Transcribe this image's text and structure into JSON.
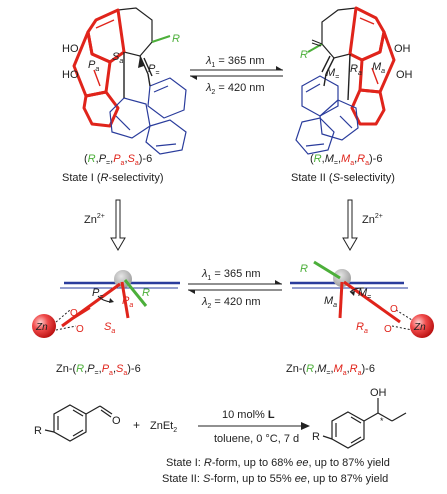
{
  "colors": {
    "red": "#e0241b",
    "green": "#4caf3a",
    "blue": "#2a3c9c",
    "black": "#222222",
    "grey": "#b8b8b8"
  },
  "top_left": {
    "labels": {
      "ho1": "HO",
      "ho2": "HO",
      "pa": "P",
      "pa_sub": "a",
      "sa": "S",
      "sa_sub": "a",
      "p_eq": "P",
      "p_eq_sub": "=",
      "r": "R"
    },
    "compound": {
      "open": "(",
      "r": "R",
      "c1": ",",
      "p1": "P",
      "p1_sub": "=",
      "c2": ",",
      "p2": "P",
      "p2_sub": "a",
      "c3": ",",
      "s": "S",
      "s_sub": "a",
      "close": ")-6"
    },
    "state": {
      "pre": "State I (",
      "word": "R",
      "post": "-selectivity)"
    }
  },
  "top_right": {
    "labels": {
      "oh1": "OH",
      "oh2": "OH",
      "ma": "M",
      "ma_sub": "a",
      "ra": "R",
      "ra_sub": "a",
      "m_eq": "M",
      "m_eq_sub": "=",
      "r": "R"
    },
    "compound": {
      "open": "(",
      "r": "R",
      "c1": ",",
      "m1": "M",
      "m1_sub": "=",
      "c2": ",",
      "m2": "M",
      "m2_sub": "a",
      "c3": ",",
      "ra": "R",
      "ra_sub": "a",
      "close": ")-6"
    },
    "state": {
      "pre": "State II (",
      "word": "S",
      "post": "-selectivity)"
    }
  },
  "arrows": {
    "lambda1_top": {
      "sym": "λ",
      "sub": "1",
      "rest": " = 365 nm"
    },
    "lambda2_top": {
      "sym": "λ",
      "sub": "2",
      "rest": " = 420 nm"
    },
    "lambda1_mid": {
      "sym": "λ",
      "sub": "1",
      "rest": " = 365 nm"
    },
    "lambda2_mid": {
      "sym": "λ",
      "sub": "2",
      "rest": " = 420 nm"
    },
    "zn_left": {
      "base": "Zn",
      "sup": "2+"
    },
    "zn_right": {
      "base": "Zn",
      "sup": "2+"
    }
  },
  "mid_left": {
    "labels": {
      "p_eq": "P",
      "p_eq_sub": "=",
      "pa": "P",
      "pa_sub": "a",
      "r": "R",
      "sa": "S",
      "sa_sub": "a",
      "zn": "Zn",
      "o1": "O",
      "o2": "O"
    },
    "compound": {
      "pre": "Zn-(",
      "r": "R",
      "c1": ",",
      "p1": "P",
      "p1_sub": "=",
      "c2": ",",
      "p2": "P",
      "p2_sub": "a",
      "c3": ",",
      "s": "S",
      "s_sub": "a",
      "close": ")-6"
    }
  },
  "mid_right": {
    "labels": {
      "r": "R",
      "m_eq": "M",
      "m_eq_sub": "=",
      "ma": "M",
      "ma_sub": "a",
      "ra": "R",
      "ra_sub": "a",
      "zn": "Zn",
      "o1": "O",
      "o2": "O"
    },
    "compound": {
      "pre": "Zn-(",
      "r": "R",
      "c1": ",",
      "m1": "M",
      "m1_sub": "=",
      "c2": ",",
      "m2": "M",
      "m2_sub": "a",
      "c3": ",",
      "ra": "R",
      "ra_sub": "a",
      "close": ")-6"
    }
  },
  "reaction": {
    "r_sub": "R",
    "aldehyde_o": "O",
    "plus": "+",
    "reagent": {
      "base": "ZnEt",
      "sub": "2"
    },
    "catalyst": {
      "pre": "10 mol% ",
      "bold": "L"
    },
    "conditions": "toluene, 0 °C, 7 d",
    "product_oh": "OH",
    "product_r": "R",
    "star": "*"
  },
  "results": {
    "line1": {
      "pre": "State I: ",
      "form": "R",
      "mid": "-form, up to 68% ",
      "ee": "ee",
      "post": ", up to 87% yield"
    },
    "line2": {
      "pre": "State II: ",
      "form": "S",
      "mid": "-form, up to 55% ",
      "ee": "ee",
      "post": ", up to 87% yield"
    }
  }
}
